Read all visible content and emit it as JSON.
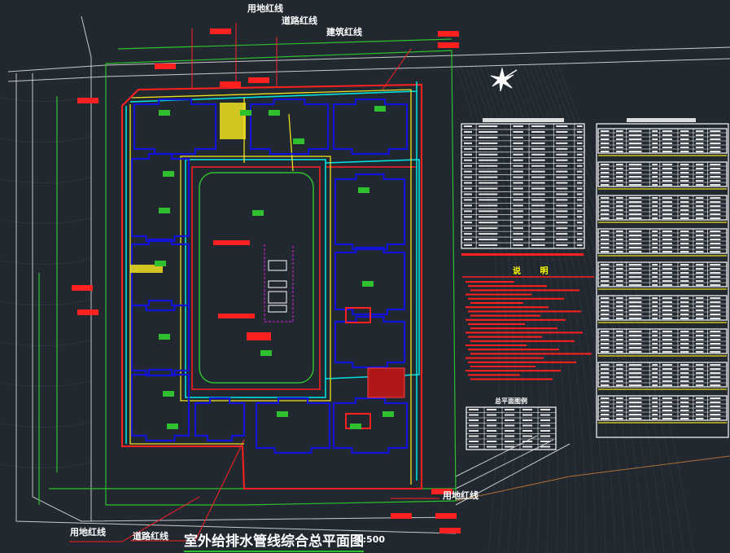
{
  "drawing": {
    "title": "室外给排水管线综合总平面图",
    "scale": "1:500"
  },
  "labels": {
    "top_land_red_line": "用地红线",
    "top_road_red_line": "道路红线",
    "top_building_red_line": "建筑红线",
    "bottom_right_land_red_line": "用地红线",
    "bottom_left_land_red_line": "用地红线",
    "bottom_left_road_red_line": "道路红线"
  },
  "panels": {
    "notes_title": "说 明",
    "legend_title": "总平面图例"
  },
  "colors": {
    "background": "#212830",
    "red_line": "#ff2020",
    "building": "#1414d8",
    "boundary": "#2ec02e",
    "water_pipe": "#00e0e0",
    "drain_pipe": "#f0e020",
    "magenta": "#e020e0"
  }
}
